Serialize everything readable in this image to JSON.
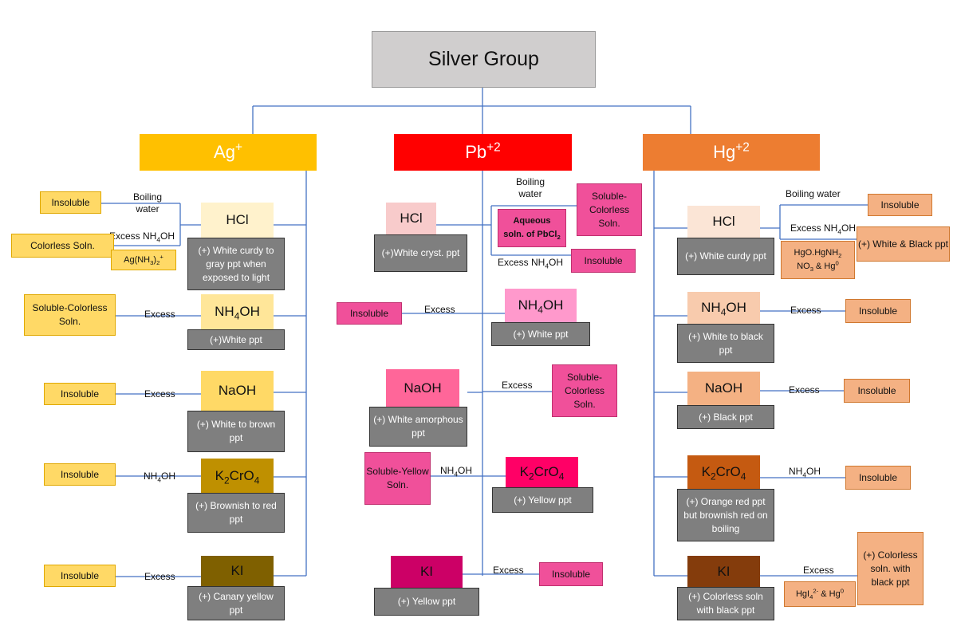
{
  "title": "Silver Group",
  "ag": {
    "header": "Ag+",
    "hcl": {
      "reagent": "HCl",
      "result": "(+) White curdy to gray ppt when exposed to light"
    },
    "hcl_boiling": {
      "label": "Boiling water",
      "side": "Insoluble"
    },
    "hcl_excess": {
      "label": "Excess NH4OH",
      "side": "Colorless Soln.",
      "complex": "Ag(NH3)2+"
    },
    "nh4oh": {
      "reagent": "NH4OH",
      "result": "(+)White ppt",
      "label": "Excess",
      "side": "Soluble-Colorless Soln."
    },
    "naoh": {
      "reagent": "NaOH",
      "result": "(+) White to brown ppt",
      "label": "Excess",
      "side": "Insoluble"
    },
    "k2cro4": {
      "reagent": "K2CrO4",
      "result": "(+) Brownish to red ppt",
      "label": "NH4OH",
      "side": "Insoluble"
    },
    "ki": {
      "reagent": "KI",
      "result": "(+) Canary yellow ppt",
      "label": "Excess",
      "side": "Insoluble"
    }
  },
  "pb": {
    "header": "Pb+2",
    "hcl": {
      "reagent": "HCl",
      "result": "(+)White cryst. ppt"
    },
    "hcl_boiling": {
      "label": "Boiling water",
      "mid": "Aqueous soln. of PbCl2",
      "side": "Soluble-Colorless Soln."
    },
    "hcl_excess": {
      "label": "Excess NH4OH",
      "side": "Insoluble"
    },
    "nh4oh": {
      "reagent": "NH4OH",
      "result": "(+) White ppt",
      "label": "Excess",
      "side": "Insoluble"
    },
    "naoh": {
      "reagent": "NaOH",
      "result": "(+) White amorphous ppt",
      "label": "Excess",
      "side": "Soluble-Colorless Soln."
    },
    "k2cro4": {
      "reagent": "K2CrO4",
      "result": "(+) Yellow ppt",
      "label": "NH4OH",
      "side": "Soluble-Yellow Soln."
    },
    "ki": {
      "reagent": "KI",
      "result": "(+) Yellow ppt",
      "label": "Excess",
      "side": "Insoluble"
    }
  },
  "hg": {
    "header": "Hg+2",
    "hcl": {
      "reagent": "HCl",
      "result": "(+) White curdy ppt"
    },
    "hcl_boiling": {
      "label": "Boiling water",
      "side": "Insoluble"
    },
    "hcl_excess": {
      "label": "Excess NH4OH",
      "side": "(+) White & Black ppt",
      "complex": "HgO.HgNH2 NO3 & Hg0"
    },
    "nh4oh": {
      "reagent": "NH4OH",
      "result": "(+) White to black ppt",
      "label": "Excess",
      "side": "Insoluble"
    },
    "naoh": {
      "reagent": "NaOH",
      "result": "(+) Black ppt",
      "label": "Excess",
      "side": "Insoluble"
    },
    "k2cro4": {
      "reagent": "K2CrO4",
      "result": "(+) Orange red ppt but brownish red on boiling",
      "label": "NH4OH",
      "side": "Insoluble"
    },
    "ki": {
      "reagent": "KI",
      "result": "(+) Colorless soln with black ppt",
      "label": "Excess",
      "side": "(+) Colorless soln. with black ppt",
      "complex": "HgI42- & Hg0"
    }
  },
  "colors": {
    "ag_header": "#ffc000",
    "pb_header": "#ff0000",
    "hg_header": "#ed7d31",
    "line": "#4472c4"
  }
}
